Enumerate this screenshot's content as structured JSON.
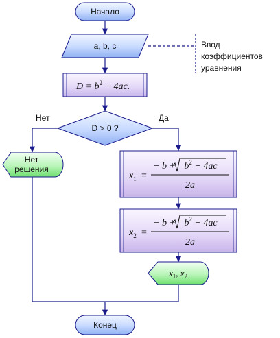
{
  "flowchart": {
    "start": "Начало",
    "input": "a, b, c",
    "input_comment": [
      "Ввод",
      "коэффициентов",
      "уравнения"
    ],
    "discriminant": {
      "lhs": "D = b",
      "exp": "2",
      "rhs": " − 4ac."
    },
    "condition": "D > 0 ?",
    "no_label": "Нет",
    "yes_label": "Да",
    "no_solution": [
      "Нет",
      "решения"
    ],
    "x1": {
      "var": "x",
      "sub": "1",
      "eq": "=",
      "num_pre": "− b + ",
      "num_rad": "b",
      "num_exp": "2",
      "num_post": " − 4ac",
      "den": "2a"
    },
    "x2": {
      "var": "x",
      "sub": "2",
      "eq": "=",
      "num_pre": "− b + ",
      "num_rad": "b",
      "num_exp": "2",
      "num_post": " − 4ac",
      "den": "2a"
    },
    "output": {
      "a": "x",
      "a_sub": "1",
      "sep": ", ",
      "b": "x",
      "b_sub": "2"
    },
    "end": "Конец"
  }
}
